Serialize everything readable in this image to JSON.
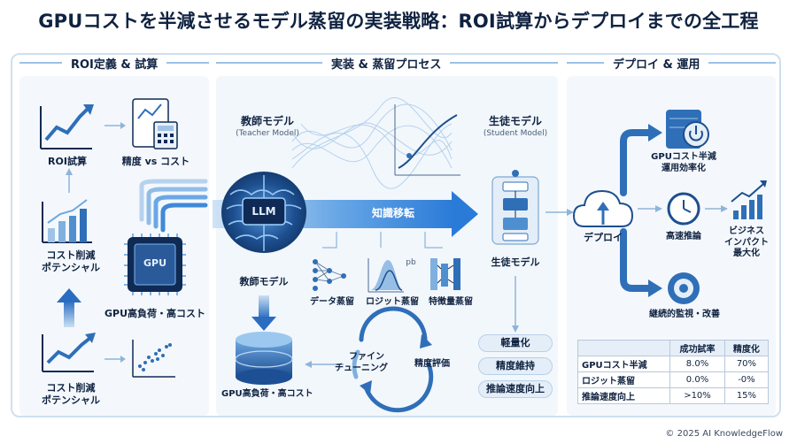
{
  "title": "GPUコストを半減させるモデル蒸留の実装戦略：ROI試算からデプロイまでの全工程",
  "sections": {
    "roi": "ROI定義 & 試算",
    "impl": "実装 & 蒸留プロセス",
    "deploy": "デプロイ & 運用"
  },
  "roi_panel": {
    "roi_calc": "ROI試算",
    "accuracy_vs_cost": "精度 vs コスト",
    "cost_reduction_potential_1": "コスト削減\nポテンシャル",
    "cost_reduction_potential_2": "コスト削減\nポテンシャル",
    "gpu_chip_label": "GPU",
    "gpu_high_load": "GPU高負荷・高コスト"
  },
  "impl_panel": {
    "teacher_title": "教師モデル",
    "teacher_sub": "(Teacher Model)",
    "student_title": "生徒モデル",
    "student_sub": "(Student Model)",
    "llm_label": "LLM",
    "knowledge_transfer": "知識移転",
    "teacher_label": "教師モデル",
    "student_label": "生徒モデル",
    "pb_label": "pb",
    "methods": [
      "データ蒸留",
      "ロジット蒸留",
      "特徴量蒸留"
    ],
    "db_label": "GPU高負荷・高コスト",
    "fine_tuning": "ファイン\nチューニング",
    "accuracy_eval": "精度評価",
    "benefits": [
      "軽量化",
      "精度維持",
      "推論速度向上"
    ]
  },
  "deploy_panel": {
    "cost_half": "GPUコスト半減\n運用効率化",
    "deploy": "デプロイ",
    "fast_inference": "高速推論",
    "business_impact": "ビジネス\nインパクト\n最大化",
    "monitoring": "継続的監視・改善",
    "table": {
      "headers": [
        "",
        "成功試率",
        "精度化"
      ],
      "rows": [
        [
          "GPUコスト半減",
          "8.0%",
          "70%"
        ],
        [
          "ロジット蒸留",
          "0.0%",
          "-0%"
        ],
        [
          "推論速度向上",
          ">10%",
          "15%"
        ]
      ]
    }
  },
  "copyright": "© 2025 AI KnowledgeFlow",
  "colors": {
    "navy": "#0f2a55",
    "blue": "#2f6fb8",
    "light_blue": "#8fc0ea",
    "arrow": "#3d86d6"
  },
  "icons": [
    "line-chart-icon",
    "calculator-icon",
    "bar-chart-icon",
    "scatter-chart-icon",
    "gpu-chip-icon",
    "brain-icon",
    "database-icon",
    "neural-net-icon",
    "distribution-icon",
    "feature-map-icon",
    "student-model-icon",
    "cycle-icon",
    "power-server-icon",
    "cloud-upload-icon",
    "clock-icon",
    "growth-chart-icon",
    "monitor-target-icon"
  ]
}
